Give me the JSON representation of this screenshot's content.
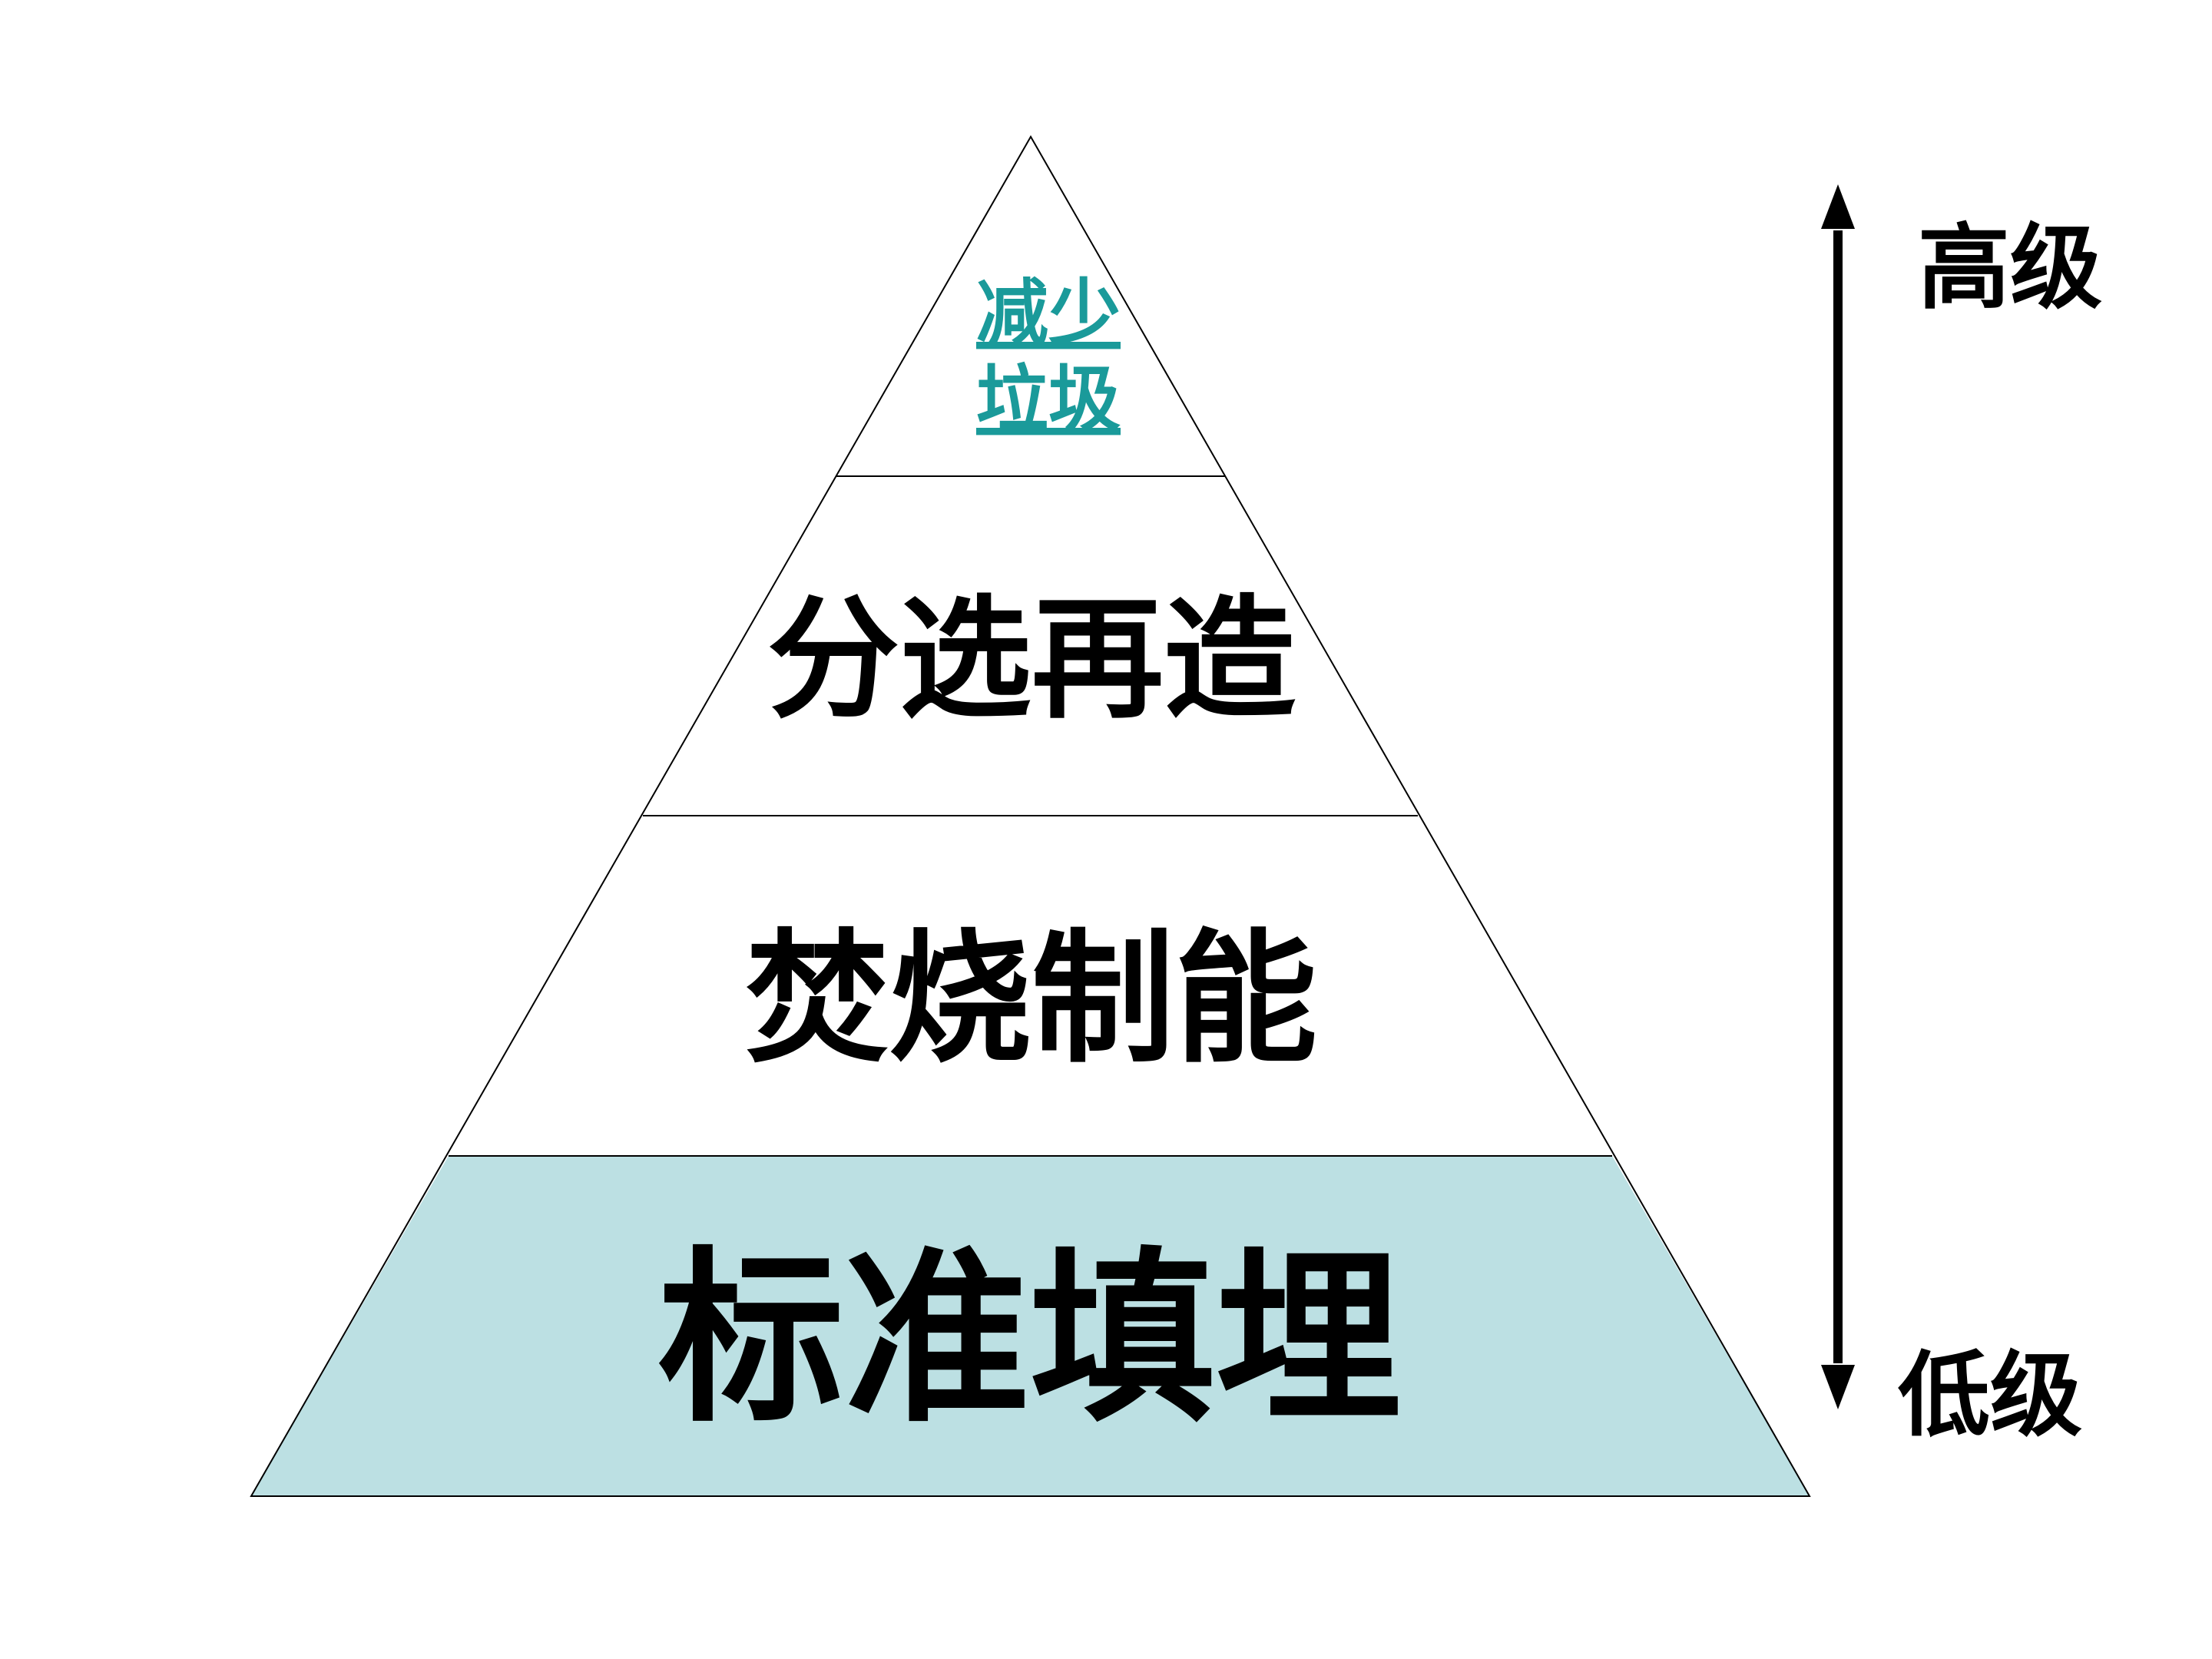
{
  "pyramid": {
    "levels": [
      {
        "label_lines": [
          "减少",
          "垃圾"
        ],
        "is_link": true
      },
      {
        "label": "分选再造"
      },
      {
        "label": "焚烧制能"
      },
      {
        "label": "标准填埋"
      }
    ],
    "base_fill": "#bce0e3",
    "link_color": "#1a9a9a"
  },
  "scale": {
    "high_label": "高级",
    "low_label": "低级"
  }
}
